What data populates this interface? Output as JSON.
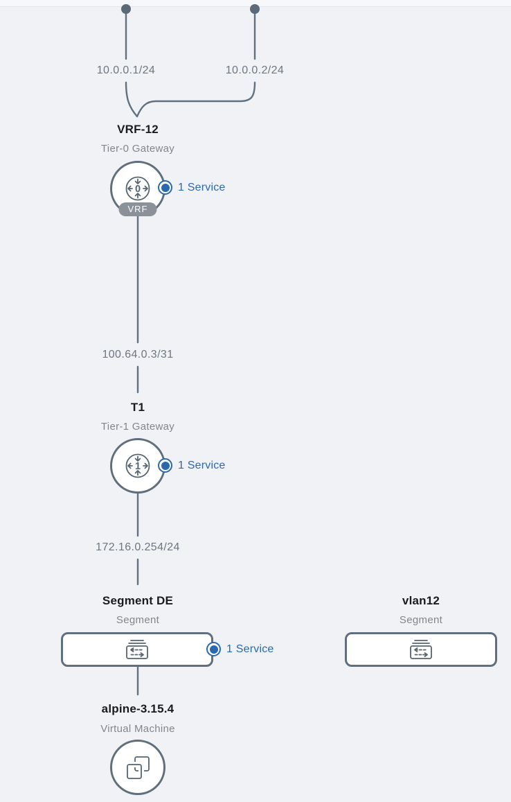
{
  "diagram": {
    "uplinks": [
      {
        "label": "10.0.0.1/24"
      },
      {
        "label": "10.0.0.2/24"
      }
    ],
    "links": [
      {
        "label": "100.64.0.3/31"
      },
      {
        "label": "172.16.0.254/24"
      }
    ],
    "nodes": {
      "t0": {
        "title": "VRF-12",
        "subtitle": "Tier-0 Gateway",
        "badge": "VRF",
        "icon_digit": "0",
        "services": "1 Service"
      },
      "t1": {
        "title": "T1",
        "subtitle": "Tier-1 Gateway",
        "icon_digit": "1",
        "services": "1 Service"
      },
      "segment_de": {
        "title": "Segment DE",
        "subtitle": "Segment",
        "services": "1 Service"
      },
      "vlan12": {
        "title": "vlan12",
        "subtitle": "Segment"
      },
      "vm": {
        "title": "alpine-3.15.4",
        "subtitle": "Virtual Machine"
      }
    },
    "colors": {
      "background": "#f1f2f6",
      "node_stroke": "#5f6f7d",
      "edge_stroke": "#61707e",
      "icon_stroke": "#546471",
      "accent_blue": "#2a68b0",
      "badge_gray": "#8b9198",
      "title_text": "#191c1f",
      "subtitle_text": "#82868b",
      "ip_label_text": "#6d7680"
    }
  }
}
